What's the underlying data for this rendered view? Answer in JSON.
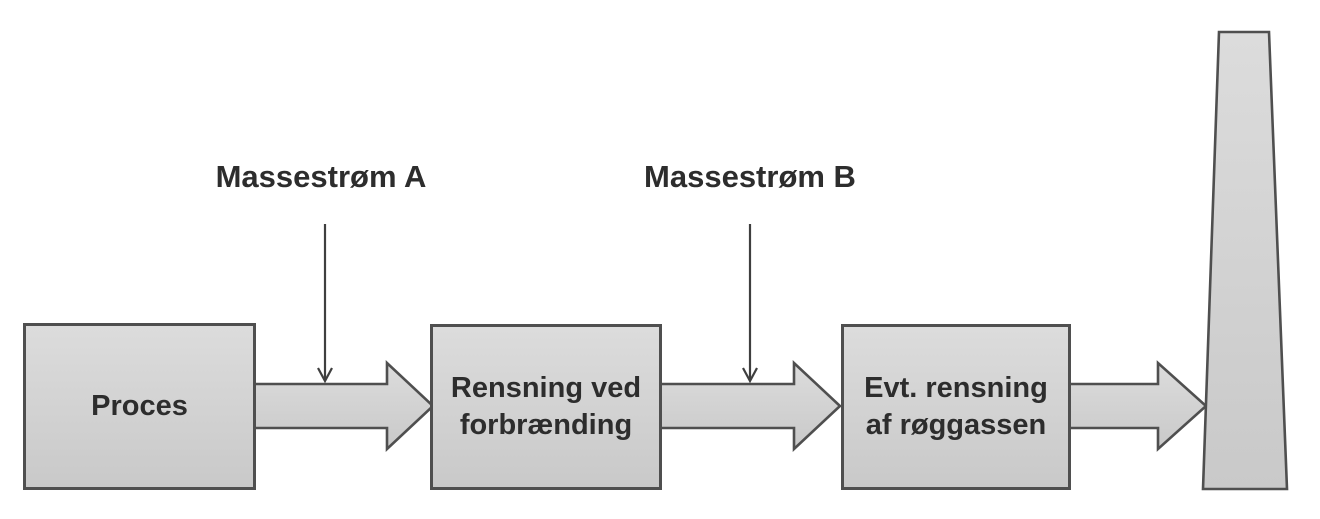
{
  "diagram": {
    "labels": {
      "stream_a": "Massestrøm A",
      "stream_b": "Massestrøm B"
    },
    "boxes": [
      {
        "id": "proces",
        "lines": [
          "Proces"
        ]
      },
      {
        "id": "rensning-ved-forbraending",
        "lines": [
          "Rensning ved",
          "forbrænding"
        ]
      },
      {
        "id": "evt-rensning-af-roeggassen",
        "lines": [
          "Evt. rensning",
          "af røggassen"
        ]
      }
    ],
    "colors": {
      "background": "#ffffff",
      "shape_fill_top": "#dcdcdc",
      "shape_fill_bottom": "#c9c9c9",
      "shape_border": "#4f4f4f",
      "thin_arrow": "#3f3f3f",
      "text": "#2d2d2d"
    }
  }
}
